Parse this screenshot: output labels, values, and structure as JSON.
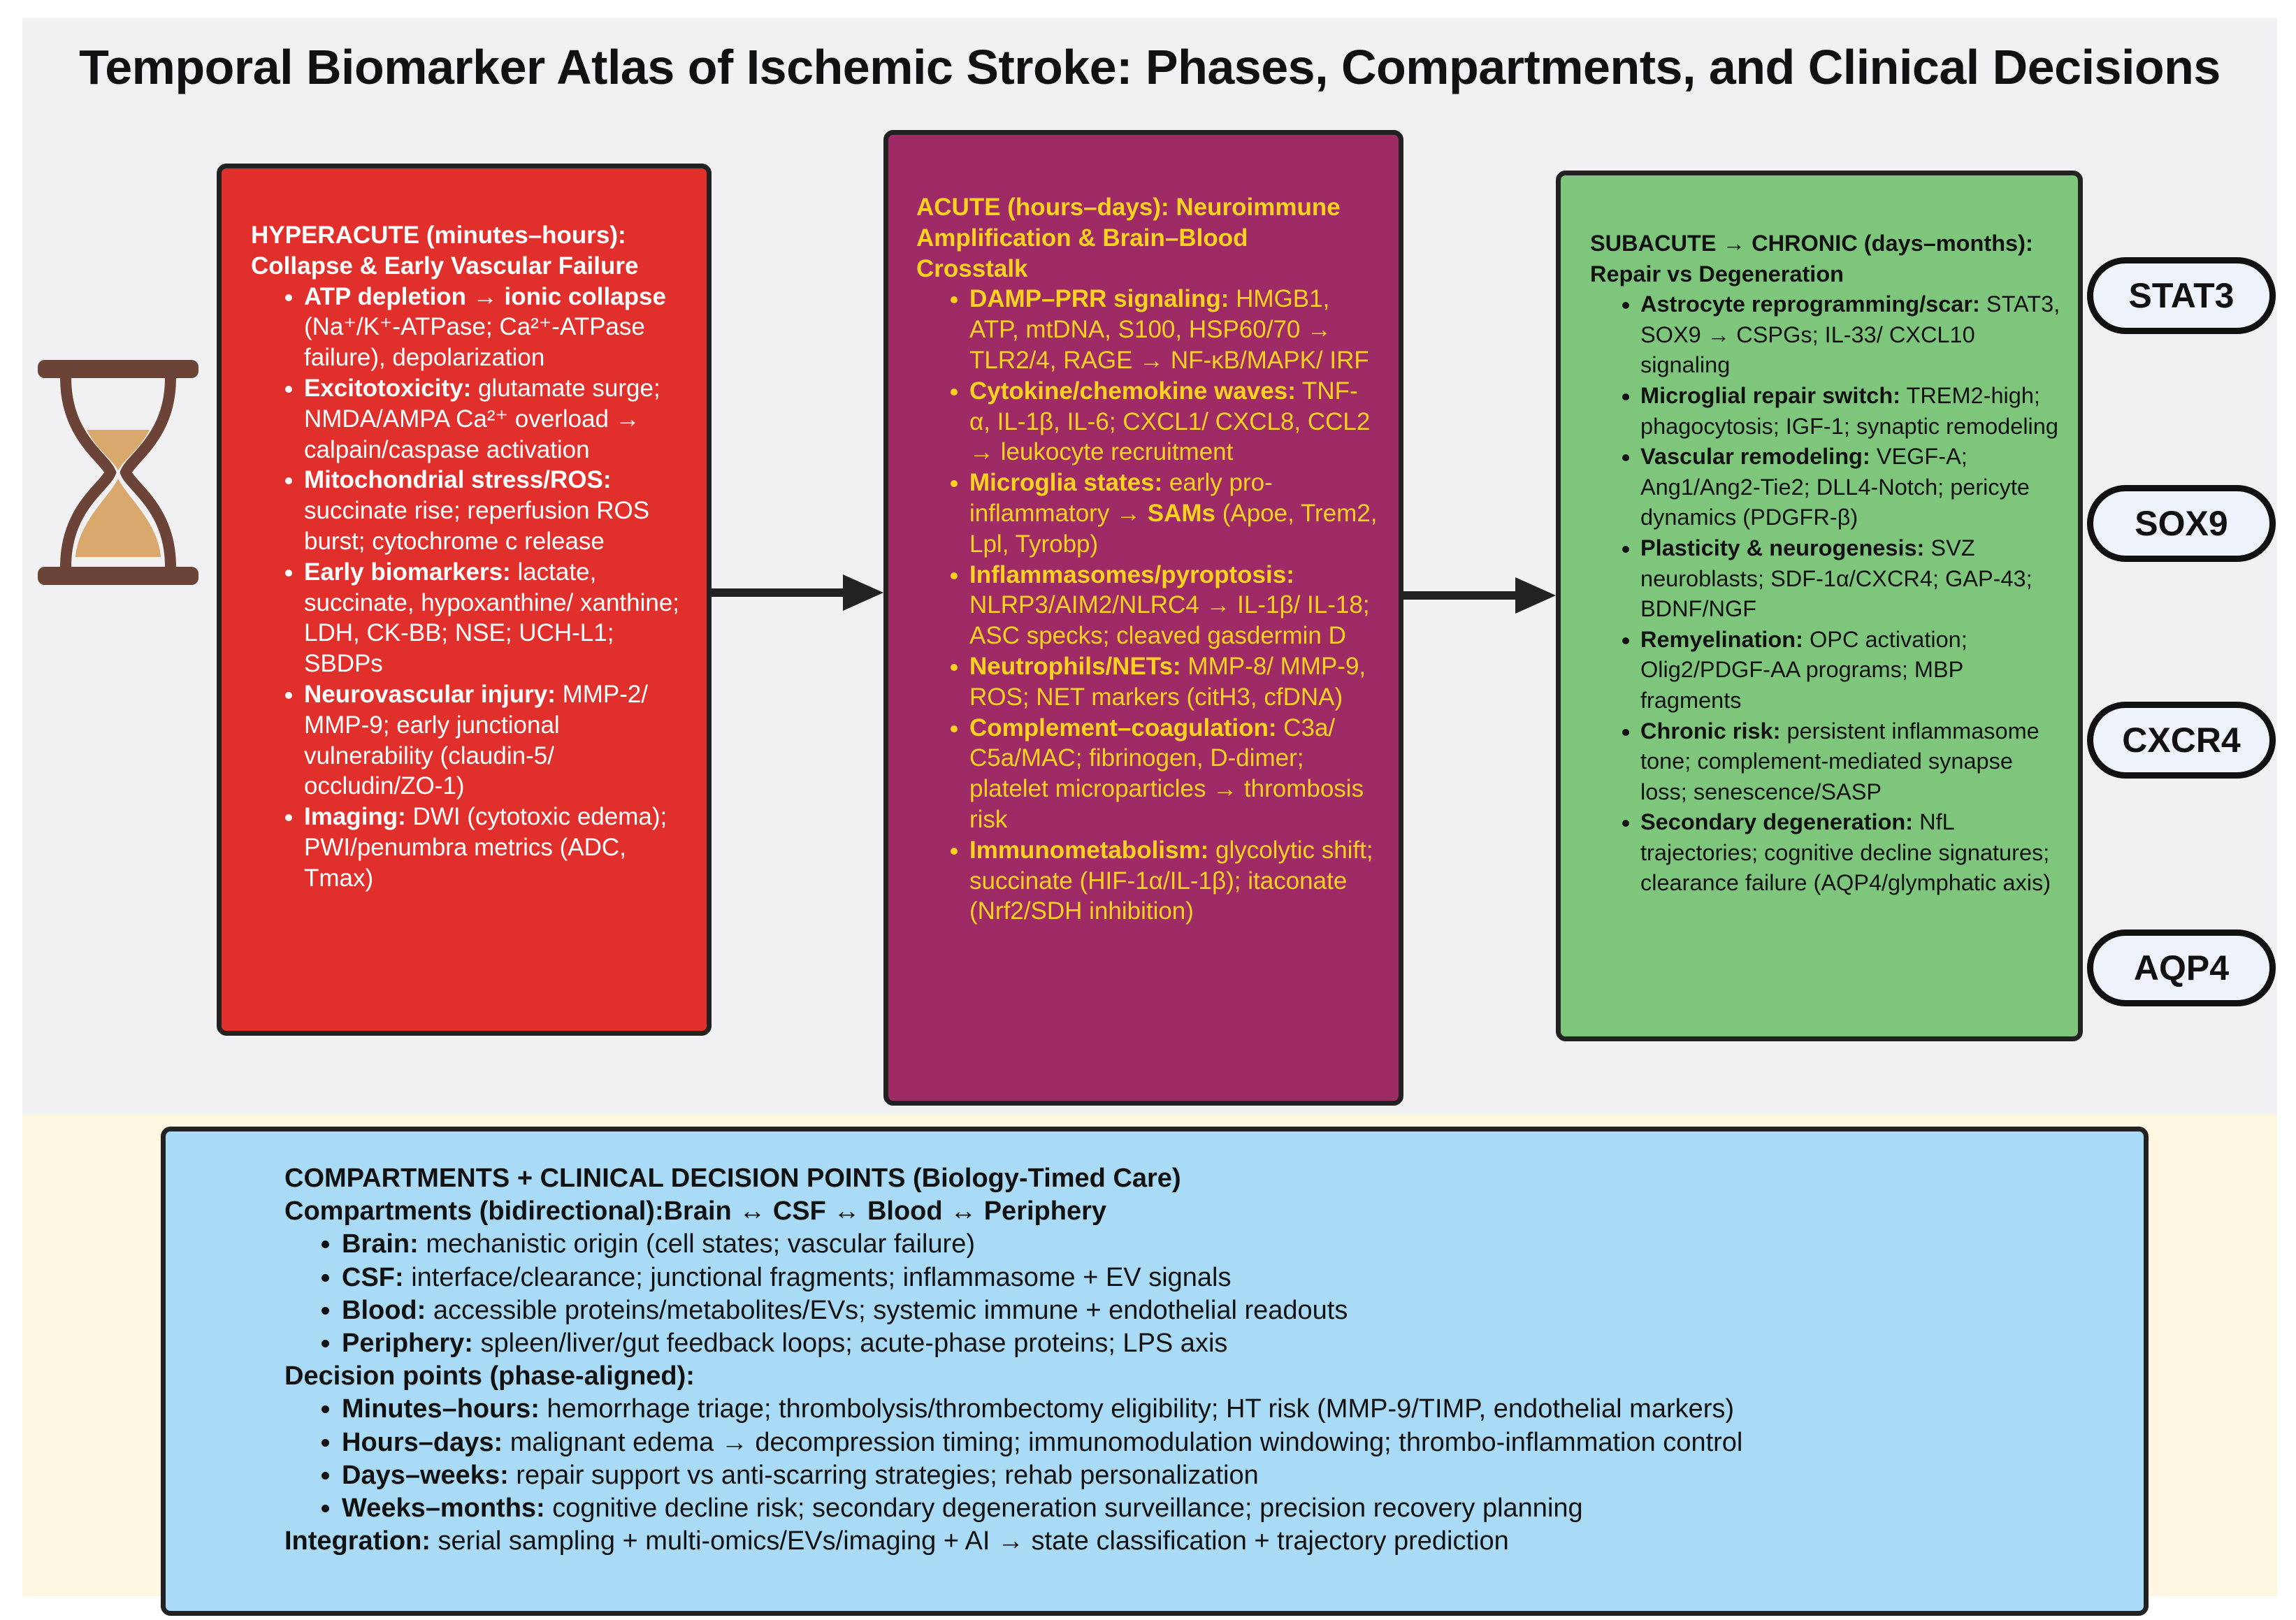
{
  "title": "Temporal Biomarker Atlas of Ischemic Stroke: Phases, Compartments, and Clinical Decisions",
  "colors": {
    "hyperacute": "#e1302b",
    "acute": "#9e2a66",
    "acute_text": "#ffd21f",
    "subacute": "#7dc67b",
    "bottom": "#a9dbf6",
    "hourglass": "#6b4337",
    "sand": "#d9a86c"
  },
  "hyperacute": {
    "title_line1": "HYPERACUTE (minutes–hours):",
    "title_line2": "Collapse & Early Vascular Failure",
    "items": [
      {
        "label": "ATP depletion → ionic collapse",
        "text": " (Na⁺/K⁺-ATPase; Ca²⁺-ATPase failure), depolarization"
      },
      {
        "label": "Excitotoxicity:",
        "text": " glutamate surge; NMDA/AMPA Ca²⁺ overload → calpain/caspase activation"
      },
      {
        "label": "Mitochondrial stress/ROS:",
        "text": " succinate rise; reperfusion ROS burst; cytochrome c release"
      },
      {
        "label": "Early biomarkers:",
        "text": " lactate, succinate, hypoxanthine/ xanthine; LDH, CK-BB; NSE; UCH-L1; SBDPs"
      },
      {
        "label": "Neurovascular injury:",
        "text": " MMP-2/ MMP-9; early junctional vulnerability (claudin-5/ occludin/ZO-1)"
      },
      {
        "label": "Imaging:",
        "text": " DWI (cytotoxic edema); PWI/penumbra metrics (ADC, Tmax)"
      }
    ]
  },
  "acute": {
    "title_line1": "ACUTE (hours–days): Neuroimmune",
    "title_line2": "Amplification & Brain–Blood",
    "title_line3": "Crosstalk",
    "items": [
      {
        "label": "DAMP–PRR signaling:",
        "text": " HMGB1, ATP, mtDNA, S100, HSP60/70 → TLR2/4, RAGE → NF-κB/MAPK/ IRF"
      },
      {
        "label": "Cytokine/chemokine waves:",
        "text": " TNF-α, IL-1β, IL-6; CXCL1/ CXCL8, CCL2 → leukocyte recruitment"
      },
      {
        "label": "Microglia states:",
        "text": " early pro-inflammatory → ",
        "label2": "SAMs",
        "text2": " (Apoe, Trem2, Lpl, Tyrobp)"
      },
      {
        "label": "Inflammasomes/pyroptosis:",
        "text": " NLRP3/AIM2/NLRC4 → IL-1β/ IL-18; ASC specks; cleaved gasdermin D"
      },
      {
        "label": "Neutrophils/NETs:",
        "text": " MMP-8/ MMP-9, ROS; NET markers (citH3, cfDNA)"
      },
      {
        "label": "Complement–coagulation:",
        "text": " C3a/ C5a/MAC; fibrinogen, D-dimer; platelet microparticles → thrombosis risk"
      },
      {
        "label": "Immunometabolism:",
        "text": " glycolytic shift; succinate (HIF-1α/IL-1β); itaconate (Nrf2/SDH inhibition)"
      }
    ]
  },
  "subacute": {
    "title_line1": "SUBACUTE → CHRONIC (days–months):",
    "title_line2": "Repair vs Degeneration",
    "items": [
      {
        "label": "Astrocyte reprogramming/scar:",
        "text": " STAT3, SOX9 → CSPGs; IL-33/ CXCL10 signaling"
      },
      {
        "label": "Microglial repair switch:",
        "text": " TREM2-high; phagocytosis; IGF-1; synaptic remodeling"
      },
      {
        "label": "Vascular remodeling:",
        "text": " VEGF-A; Ang1/Ang2-Tie2; DLL4-Notch; pericyte dynamics (PDGFR-β)"
      },
      {
        "label": "Plasticity & neurogenesis:",
        "text": " SVZ neuroblasts; SDF-1α/CXCR4; GAP-43; BDNF/NGF"
      },
      {
        "label": "Remyelination:",
        "text": " OPC activation; Olig2/PDGF-AA programs; MBP fragments"
      },
      {
        "label": "Chronic risk:",
        "text": " persistent inflammasome tone; complement-mediated synapse loss; senescence/SASP"
      },
      {
        "label": "Secondary degeneration:",
        "text": " NfL trajectories; cognitive decline signatures; clearance failure (AQP4/glymphatic axis)"
      }
    ]
  },
  "markers": [
    "STAT3",
    "SOX9",
    "CXCR4",
    "AQP4"
  ],
  "bottom": {
    "title": "COMPARTMENTS + CLINICAL DECISION POINTS (Biology-Timed Care)",
    "compartments_head": "Compartments (bidirectional):Brain ↔ CSF ↔ Blood ↔ Periphery",
    "compartments": [
      {
        "label": "Brain:",
        "text": " mechanistic origin (cell states; vascular failure)"
      },
      {
        "label": "CSF:",
        "text": " interface/clearance; junctional fragments; inflammasome + EV signals"
      },
      {
        "label": "Blood:",
        "text": " accessible proteins/metabolites/EVs; systemic immune + endothelial readouts"
      },
      {
        "label": "Periphery:",
        "text": " spleen/liver/gut feedback loops; acute-phase proteins; LPS axis"
      }
    ],
    "decisions_head": "Decision points (phase-aligned):",
    "decisions": [
      {
        "label": "Minutes–hours:",
        "text": " hemorrhage triage; thrombolysis/thrombectomy eligibility; HT risk (MMP-9/TIMP, endothelial markers)"
      },
      {
        "label": "Hours–days:",
        "text": " malignant edema → decompression timing; immunomodulation windowing; thrombo-inflammation control"
      },
      {
        "label": "Days–weeks:",
        "text": " repair support vs anti-scarring strategies; rehab personalization"
      },
      {
        "label": "Weeks–months:",
        "text": " cognitive decline risk; secondary degeneration surveillance; precision recovery planning"
      }
    ],
    "integration_label": "Integration:",
    "integration_text": " serial sampling + multi-omics/EVs/imaging + AI → state classification + trajectory prediction"
  },
  "icons": [
    "hourglass-icon",
    "arrow-right-icon"
  ]
}
